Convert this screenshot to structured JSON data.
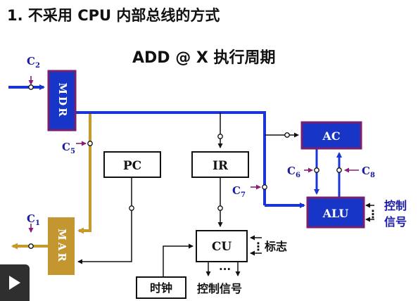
{
  "title": "1. 不采用 CPU 内部总线的方式",
  "subtitle": "ADD @ X   执行周期",
  "colors": {
    "bus_blue": "#1a35d6",
    "addr_gold": "#c59a2a",
    "reg_fill": "#1736c8",
    "reg_border": "#7a1f6e",
    "mar_fill": "#c4962f",
    "label_blue": "#1a1aa8",
    "signal_purple": "#8a1d7a"
  },
  "registers": {
    "mdr": "MDR",
    "mar": "MAR",
    "pc": "PC",
    "ir": "IR",
    "ac": "AC",
    "alu": "ALU",
    "cu": "CU",
    "clock": "时钟"
  },
  "control_signals": {
    "c1": {
      "base": "C",
      "sub": "1"
    },
    "c2": {
      "base": "C",
      "sub": "2"
    },
    "c5": {
      "base": "C",
      "sub": "5"
    },
    "c6": {
      "base": "C",
      "sub": "6"
    },
    "c7": {
      "base": "C",
      "sub": "7"
    },
    "c8": {
      "base": "C",
      "sub": "8"
    }
  },
  "labels": {
    "alu_control_line1": "控制",
    "alu_control_line2": "信号",
    "flags": "标志",
    "cu_control": "控制信号",
    "cu_dots": "···",
    "flag_dots": "⋮",
    "alu_dots": "⋮"
  },
  "icons": {
    "play": "play-icon"
  }
}
